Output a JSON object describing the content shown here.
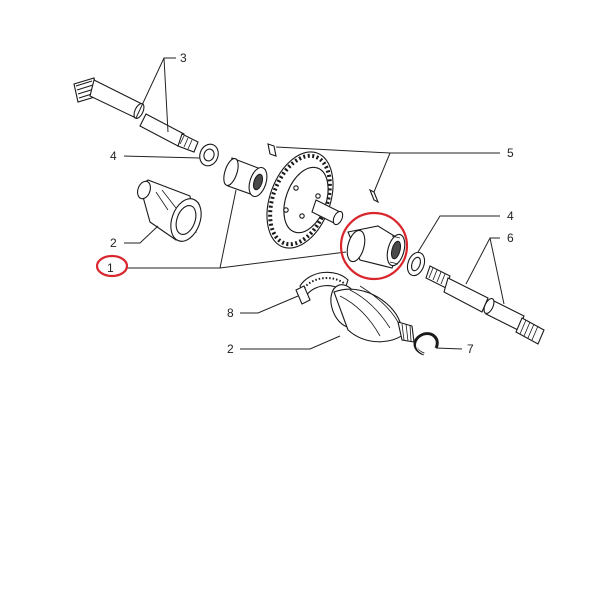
{
  "callouts": {
    "c1": "1",
    "c2a": "2",
    "c2b": "2",
    "c3": "3",
    "c4a": "4",
    "c4b": "4",
    "c5": "5",
    "c6": "6",
    "c7": "7",
    "c8": "8"
  },
  "highlight": {
    "color": "#d9262c",
    "highlighted_callout": "1"
  },
  "colors": {
    "line": "#1a1a1a",
    "dark_fill": "#4a4a4a"
  }
}
